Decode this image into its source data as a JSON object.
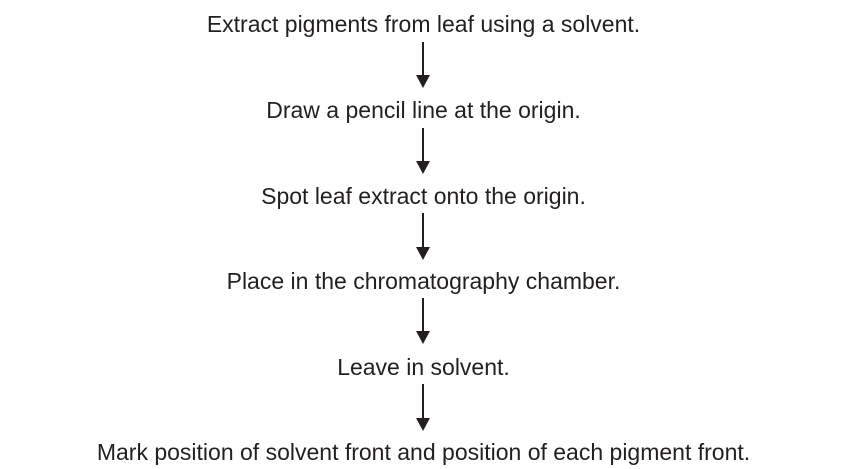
{
  "steps": [
    "Extract pigments from leaf using a solvent.",
    "Draw a pencil line at the origin.",
    "Spot leaf extract onto the origin.",
    "Place in the chromatography chamber.",
    "Leave in solvent.",
    "Mark position of solvent front and position of each pigment front."
  ],
  "colors": {
    "text": "#231f20",
    "arrow": "#231f20",
    "background": "#ffffff"
  },
  "icons": {
    "connector": "down-arrow-icon"
  }
}
